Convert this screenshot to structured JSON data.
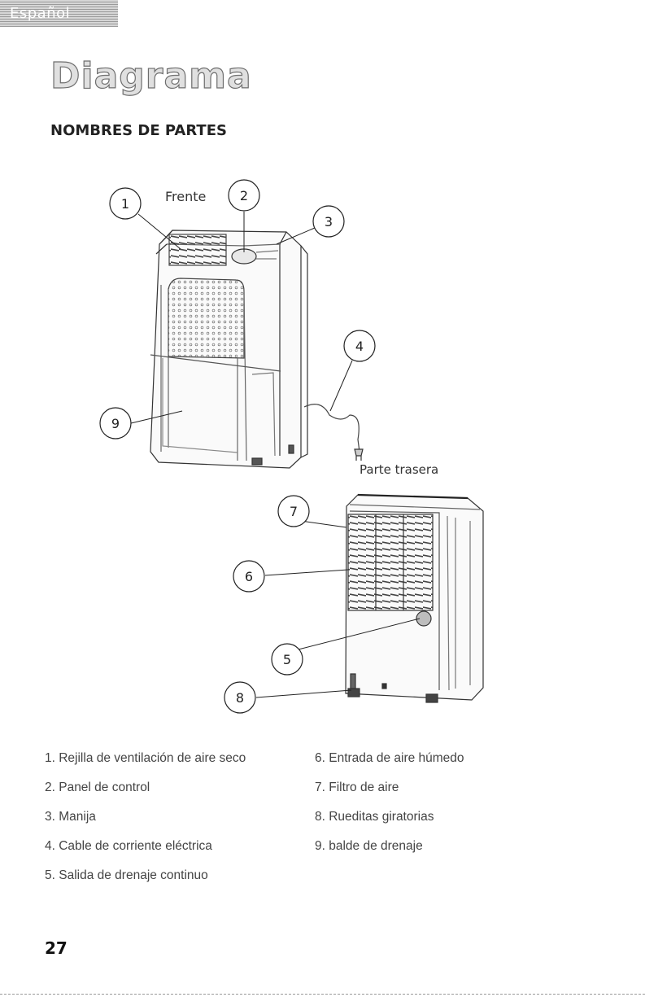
{
  "header": {
    "language_tab": "Español"
  },
  "page": {
    "title": "Diagrama",
    "section_title": "NOMBRES DE PARTES",
    "page_number": "27"
  },
  "figure": {
    "front_label": "Frente",
    "rear_label": "Parte trasera",
    "callouts": [
      "1",
      "2",
      "3",
      "4",
      "5",
      "6",
      "7",
      "8",
      "9"
    ]
  },
  "parts": [
    "1. Rejilla de ventilación de aire seco",
    "6. Entrada de aire húmedo",
    "2. Panel de control",
    "7. Filtro de aire",
    "3. Manija",
    "8. Rueditas giratorias",
    "4. Cable de corriente eléctrica",
    "9. balde de drenaje",
    "5. Salida de drenaje continuo"
  ]
}
